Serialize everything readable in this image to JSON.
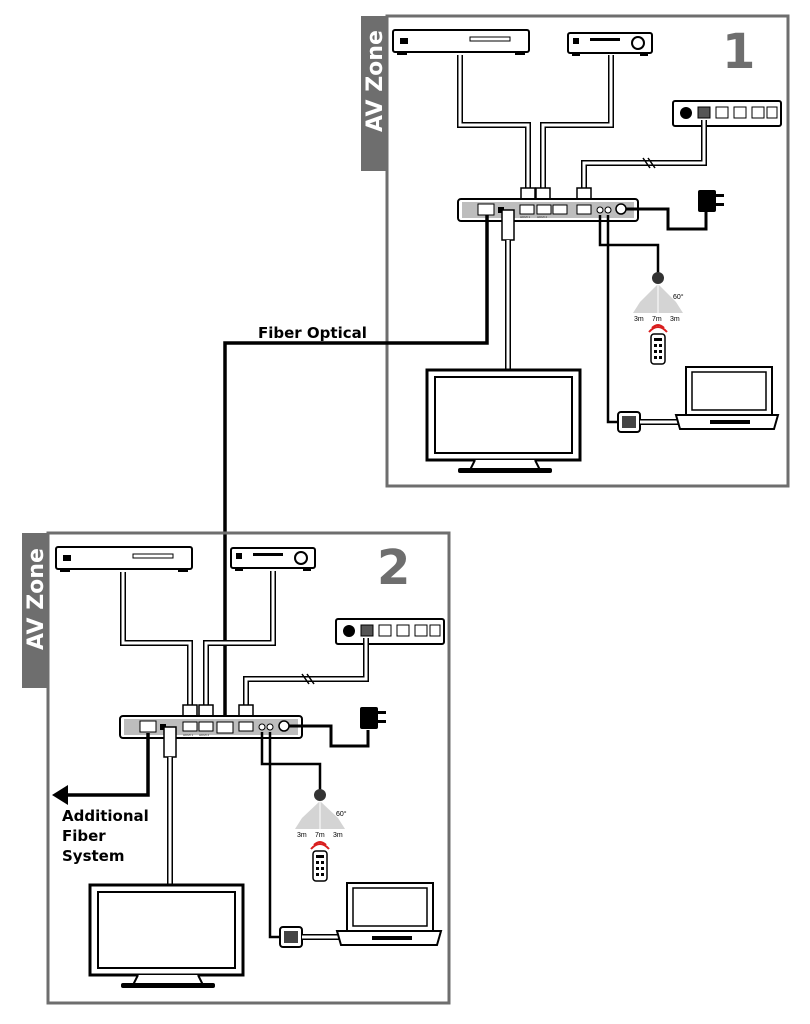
{
  "zones": [
    {
      "label": "AV Zone",
      "number": "1"
    },
    {
      "label": "AV Zone",
      "number": "2"
    }
  ],
  "link_label": "Fiber Optical",
  "additional": {
    "line1": "Additional",
    "line2": "Fiber",
    "line3": "System"
  },
  "ir": {
    "angle": "60°",
    "left": "3m",
    "center": "7m",
    "right": "3m"
  },
  "ports": {
    "hdmi1": "HDMI 1",
    "hdmi2": "HDMI 2",
    "lan": "LAN"
  },
  "colors": {
    "frame": "#6e6e6e",
    "cable": "#000000",
    "accent_red": "#d91e1e"
  }
}
